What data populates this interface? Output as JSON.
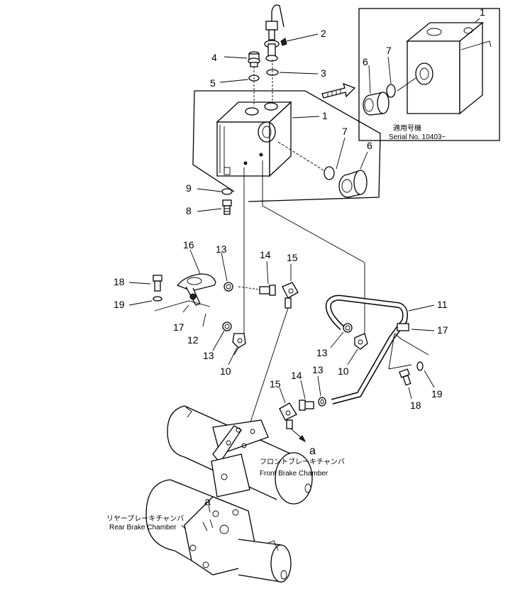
{
  "parts": {
    "tank": "1",
    "tank_inset": "1",
    "breather": "2",
    "o_ring_top": "3",
    "plug_top": "4",
    "o_ring_small": "5",
    "cap_main": "6",
    "cap_inset": "6",
    "o_ring_main": "7",
    "o_ring_inset": "7",
    "bolt_tank": "8",
    "washer_tank": "9",
    "elbow_left": "10",
    "elbow_right": "10",
    "pipe_right": "11",
    "pipe_left": "12",
    "clamp_left_upper": "13",
    "clamp_left_lower": "13",
    "clamp_right_lower": "13",
    "clamp_right_upper": "13",
    "connector_left": "14",
    "connector_right": "14",
    "tee_left": "15",
    "tee_right": "15",
    "bracket_left": "16",
    "clip_left": "17",
    "clip_right": "17",
    "bolt_left": "18",
    "bolt_right": "18",
    "washer_left": "19",
    "washer_right": "19"
  },
  "inset": {
    "title_jp": "適用号機",
    "serial": "Serial No. 10403~"
  },
  "callouts": {
    "front_jp": "フロントブレーキチャンバ",
    "front_en": "Front Brake Chamber",
    "rear_jp": "リヤーブレーキチャンバ",
    "rear_en": "Rear Brake Chamber",
    "ref_a_upper": "a",
    "ref_a_lower": "a"
  }
}
